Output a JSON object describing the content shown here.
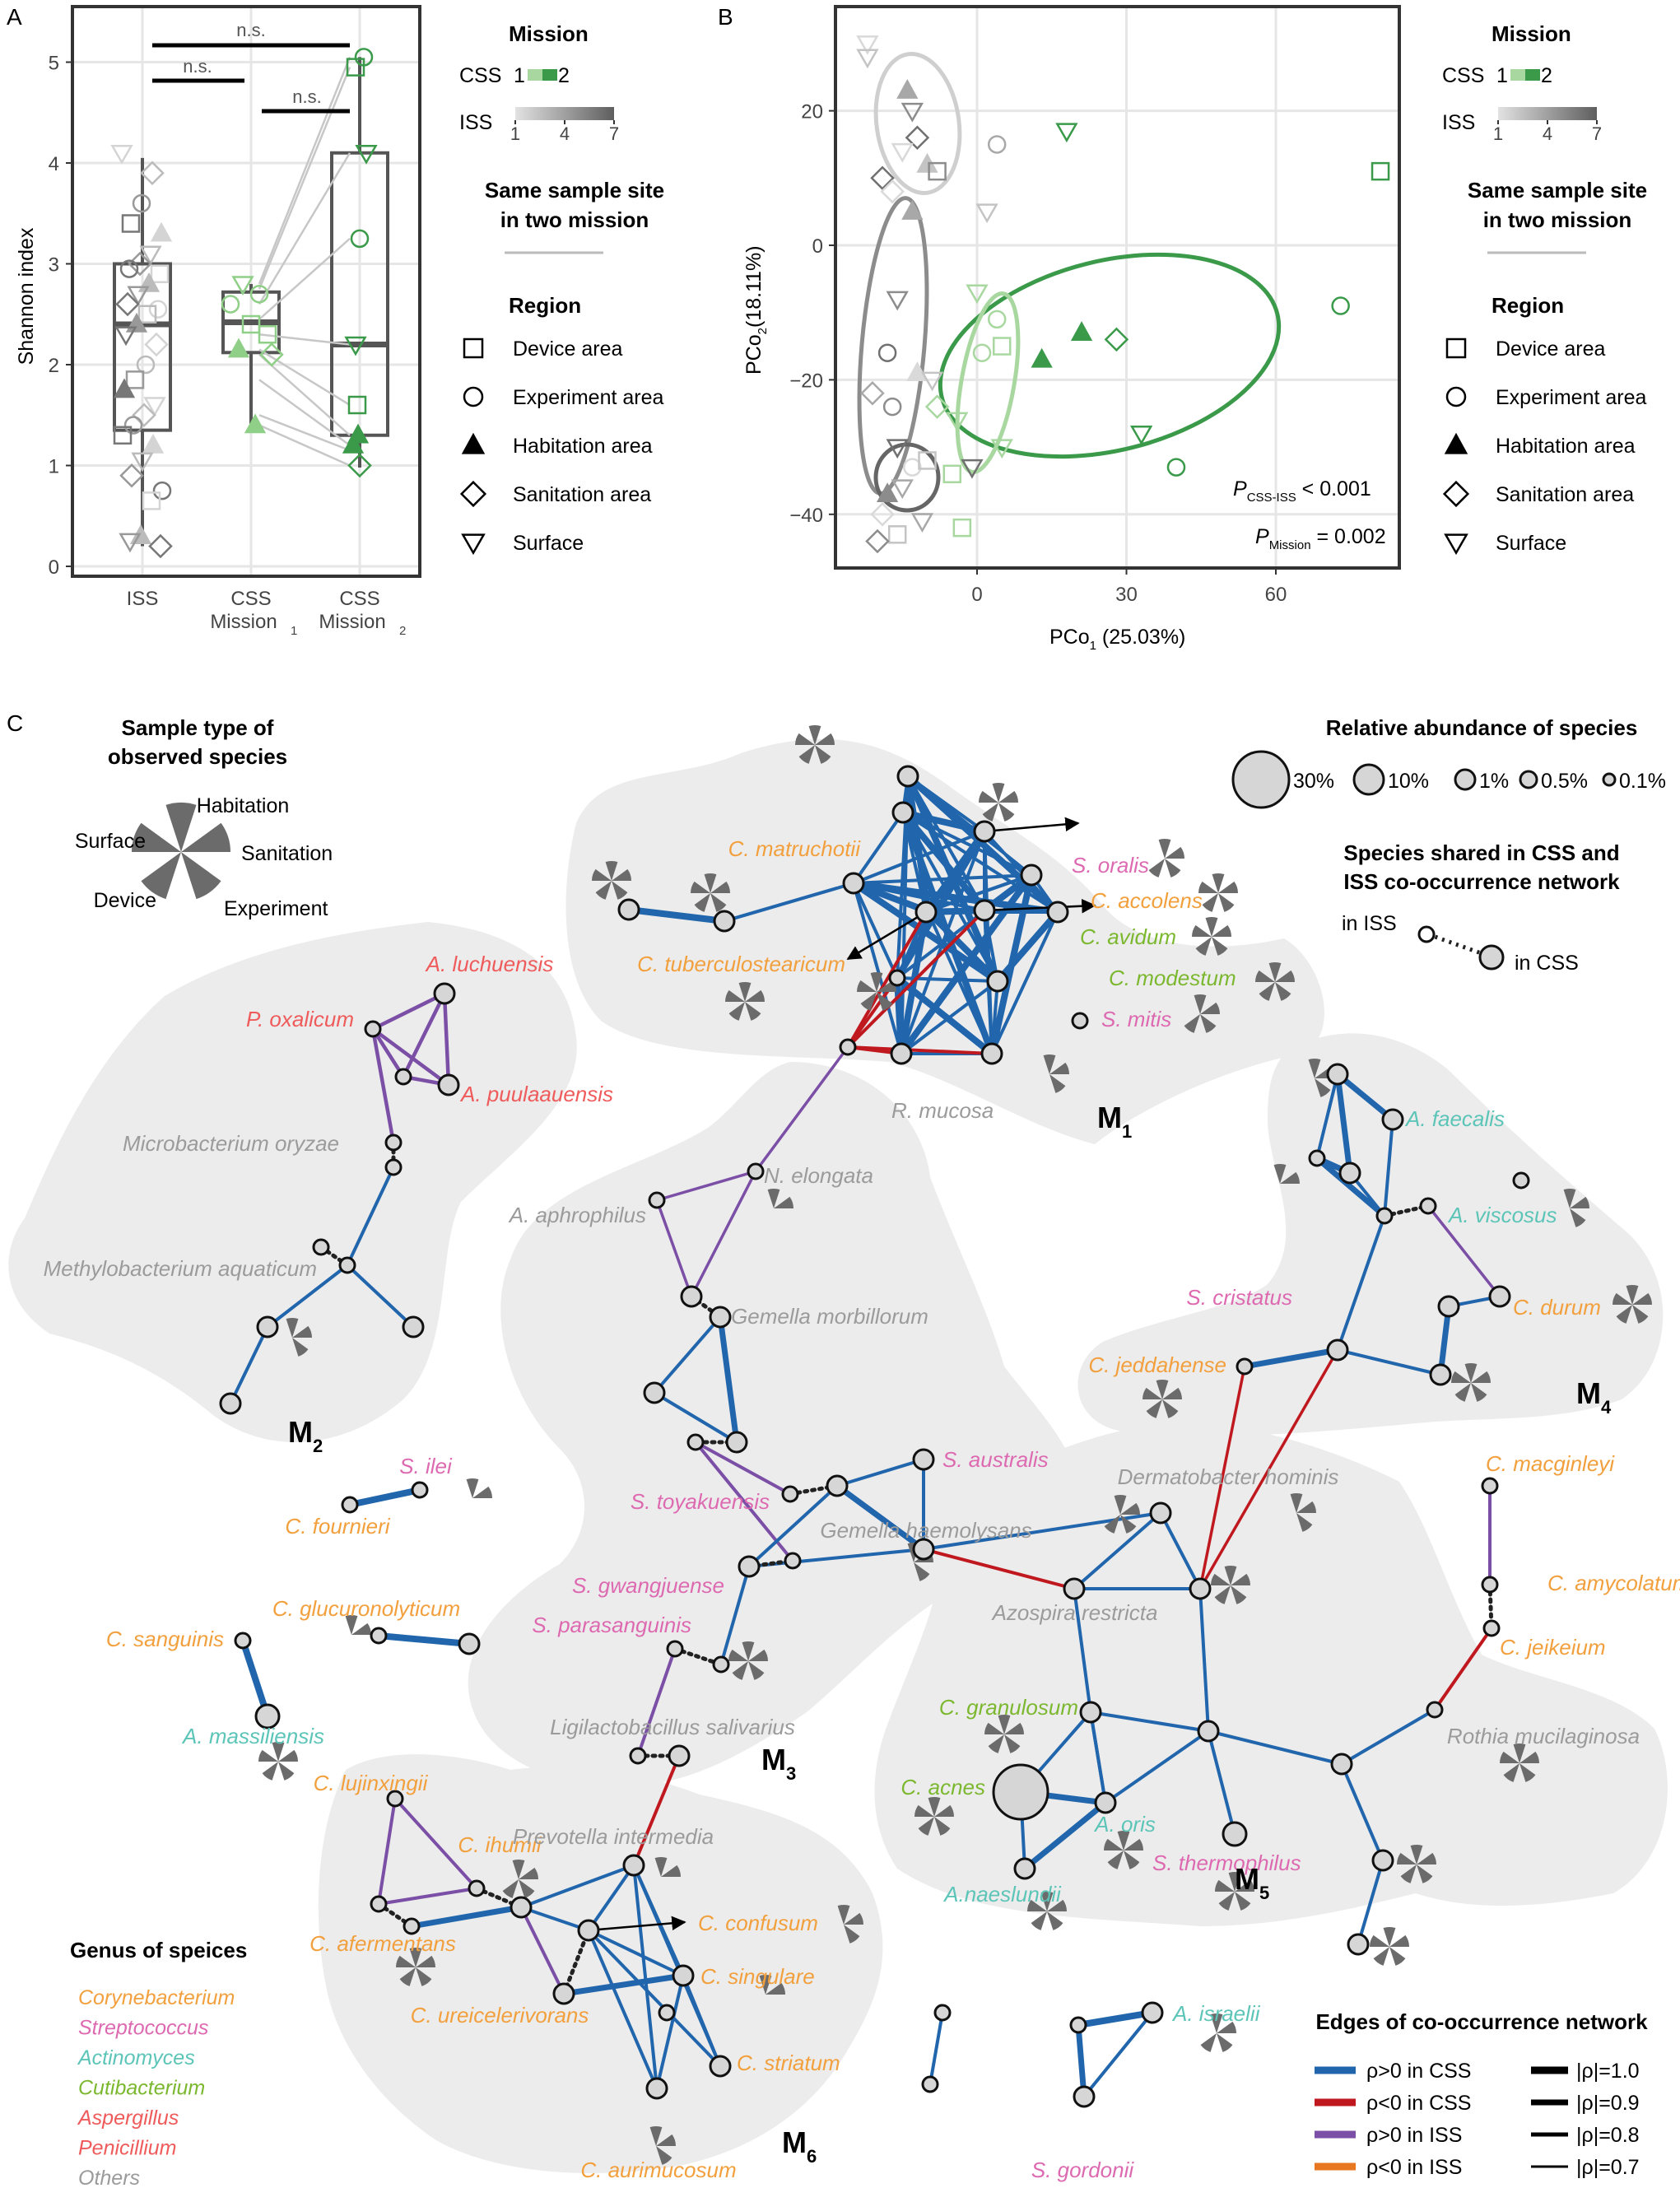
{
  "panels": {
    "a": "A",
    "b": "B",
    "c": "C"
  },
  "colors": {
    "css_edge_pos": "#2166ac",
    "css_edge_neg": "#c0181f",
    "iss_edge_pos": "#7b4fa6",
    "iss_edge_neg": "#e87722",
    "css1": "#a8d8a0",
    "css2": "#3a9a4a",
    "module_bg": "#ececec",
    "genus_corynebacterium": "#f2a03d",
    "genus_streptococcus": "#dd6ab1",
    "genus_actinomyces": "#5cc5b8",
    "genus_cutibacterium": "#7cb82f",
    "genus_aspergillus": "#ef5b5b",
    "genus_penicillium": "#ef5b5b",
    "genus_others": "#9b9b9b"
  },
  "panel_a": {
    "ylabel": "Shannon index",
    "yticks": [
      "0",
      "1",
      "2",
      "3",
      "4",
      "5"
    ],
    "groups": [
      "ISS",
      "CSS",
      "CSS"
    ],
    "group_sub": [
      "Mission",
      "Mission"
    ],
    "subscripts": [
      "1",
      "2"
    ],
    "signif": [
      "n.s.",
      "n.s.",
      "n.s."
    ],
    "chart_data": {
      "type": "box",
      "ylabel": "Shannon index",
      "ylim": [
        0,
        5.3
      ],
      "categories": [
        "ISS",
        "CSS Mission1",
        "CSS Mission2"
      ],
      "boxes": [
        {
          "q1": 1.35,
          "median": 2.4,
          "q3": 3.0,
          "whisker_low": 0.2,
          "whisker_high": 4.05
        },
        {
          "q1": 2.12,
          "median": 2.42,
          "q3": 2.72,
          "whisker_low": 1.38,
          "whisker_high": 2.8
        },
        {
          "q1": 1.3,
          "median": 2.2,
          "q3": 4.1,
          "whisker_low": 0.98,
          "whisker_high": 5.05
        }
      ]
    }
  },
  "legend_top": {
    "mission_title": "Mission",
    "css": "CSS",
    "iss": "ISS",
    "css_nums": [
      "1",
      "2"
    ],
    "iss_nums": [
      "1",
      "4",
      "7"
    ],
    "same_site": [
      "Same sample site",
      "in two mission"
    ],
    "region_title": "Region",
    "regions": [
      "Device area",
      "Experiment area",
      "Habitation area",
      "Sanitation area",
      "Surface"
    ]
  },
  "panel_b": {
    "xticks": [
      "0",
      "30",
      "60"
    ],
    "yticks": [
      "20",
      "0",
      "−20",
      "−40"
    ],
    "xlabel": "PCo",
    "xlabel_sub": "1",
    "xlabel_pct": " (25.03%)",
    "ylabel": "PCo",
    "ylabel_sub": "2",
    "ylabel_pct": "(18.11%)",
    "p1_label": "P",
    "p1_sub": "CSS-ISS",
    "p1_val": " < 0.001",
    "p2_label": "P",
    "p2_sub": "Mission",
    "p2_val": " = 0.002",
    "chart_data": {
      "type": "scatter",
      "xlabel": "PCo1 (25.03%)",
      "ylabel": "PCo2 (18.11%)",
      "xlim": [
        -27,
        83
      ],
      "ylim": [
        -48,
        36
      ],
      "points_css2": [
        {
          "x": 81,
          "y": 11,
          "shape": "square"
        },
        {
          "x": 73,
          "y": -9,
          "shape": "circle"
        },
        {
          "x": 40,
          "y": -33,
          "shape": "circle"
        },
        {
          "x": 33,
          "y": -28,
          "shape": "triangle-down"
        },
        {
          "x": 28,
          "y": -14,
          "shape": "diamond"
        },
        {
          "x": 21,
          "y": -13,
          "shape": "triangle"
        },
        {
          "x": 13,
          "y": -17,
          "shape": "triangle"
        },
        {
          "x": 18,
          "y": 17,
          "shape": "triangle-down"
        }
      ],
      "points_css1": [
        {
          "x": 0,
          "y": -7,
          "shape": "triangle-down"
        },
        {
          "x": 4,
          "y": -11,
          "shape": "circle"
        },
        {
          "x": 5,
          "y": -15,
          "shape": "square"
        },
        {
          "x": 1,
          "y": -16,
          "shape": "circle"
        },
        {
          "x": -4,
          "y": -26,
          "shape": "triangle-down"
        },
        {
          "x": -8,
          "y": -24,
          "shape": "diamond"
        },
        {
          "x": -5,
          "y": -34,
          "shape": "square"
        },
        {
          "x": -3,
          "y": -42,
          "shape": "square"
        },
        {
          "x": 5,
          "y": -30,
          "shape": "triangle-down"
        }
      ],
      "points_iss": [
        {
          "x": -22,
          "y": 30,
          "shape": "triangle-down"
        },
        {
          "x": -22,
          "y": 28,
          "shape": "triangle-down"
        },
        {
          "x": -14,
          "y": 23,
          "shape": "triangle"
        },
        {
          "x": -13,
          "y": 20,
          "shape": "triangle-down"
        },
        {
          "x": -12,
          "y": 16,
          "shape": "diamond"
        },
        {
          "x": -15,
          "y": 14,
          "shape": "triangle-down"
        },
        {
          "x": -10,
          "y": 12,
          "shape": "triangle"
        },
        {
          "x": 4,
          "y": 15,
          "shape": "circle"
        },
        {
          "x": -8,
          "y": 11,
          "shape": "square"
        },
        {
          "x": -19,
          "y": 10,
          "shape": "diamond"
        },
        {
          "x": -17,
          "y": 8,
          "shape": "diamond"
        },
        {
          "x": 2,
          "y": 5,
          "shape": "triangle-down"
        },
        {
          "x": -13,
          "y": 5,
          "shape": "triangle"
        },
        {
          "x": -16,
          "y": -8,
          "shape": "triangle-down"
        },
        {
          "x": -18,
          "y": -16,
          "shape": "circle"
        },
        {
          "x": -12,
          "y": -19,
          "shape": "triangle"
        },
        {
          "x": -9,
          "y": -20,
          "shape": "triangle-down"
        },
        {
          "x": -21,
          "y": -22,
          "shape": "diamond"
        },
        {
          "x": -17,
          "y": -24,
          "shape": "circle"
        },
        {
          "x": -16,
          "y": -30,
          "shape": "triangle-down"
        },
        {
          "x": -13,
          "y": -33,
          "shape": "circle"
        },
        {
          "x": -10,
          "y": -32,
          "shape": "square"
        },
        {
          "x": -15,
          "y": -36,
          "shape": "triangle-down"
        },
        {
          "x": -18,
          "y": -37,
          "shape": "triangle"
        },
        {
          "x": -1,
          "y": -33,
          "shape": "triangle-down"
        },
        {
          "x": -19,
          "y": -40,
          "shape": "diamond"
        },
        {
          "x": -16,
          "y": -43,
          "shape": "square"
        },
        {
          "x": -11,
          "y": -41,
          "shape": "triangle-down"
        },
        {
          "x": -20,
          "y": -44,
          "shape": "diamond"
        }
      ]
    }
  },
  "panel_c": {
    "sample_type_title": [
      "Sample type of",
      "observed species"
    ],
    "sample_types": [
      "Habitation",
      "Surface",
      "Sanitation",
      "Device",
      "Experiment"
    ],
    "abundance_title": "Relative abundance of species",
    "abundance_labels": [
      "30%",
      "10%",
      "1%",
      "0.5%",
      "0.1%"
    ],
    "shared_title": [
      "Species shared in CSS and",
      "ISS co-occurrence network"
    ],
    "shared_iss": "in ISS",
    "shared_css": "in CSS",
    "genus_title": "Genus of speices",
    "genera": [
      "Corynebacterium",
      "Streptococcus",
      "Actinomyces",
      "Cutibacterium",
      "Aspergillus",
      "Penicillium",
      "Others"
    ],
    "edges_title": "Edges of co-occurrence network",
    "edge_types": [
      "ρ>0 in CSS",
      "ρ<0 in CSS",
      "ρ>0 in ISS",
      "ρ<0 in ISS"
    ],
    "edge_widths": [
      "|ρ|=1.0",
      "|ρ|=0.9",
      "|ρ|=0.8",
      "|ρ|=0.7"
    ],
    "modules": [
      "M",
      "M",
      "M",
      "M",
      "M",
      "M"
    ],
    "module_subs": [
      "1",
      "2",
      "3",
      "4",
      "5",
      "6"
    ],
    "species": {
      "c_matruchotii": "C. matruchotii",
      "s_oralis": "S. oralis",
      "c_accolens": "C. accolens",
      "c_avidum": "C. avidum",
      "c_modestum": "C. modestum",
      "s_mitis": "S. mitis",
      "c_tuberculostearicum": "C. tuberculostearicum",
      "r_mucosa": "R. mucosa",
      "a_luchuensis": "A. luchuensis",
      "p_oxalicum": "P. oxalicum",
      "a_puulaauensis": "A. puulaauensis",
      "m_oryzae": "Microbacterium oryzae",
      "m_aquaticum": "Methylobacterium aquaticum",
      "n_elongata": "N. elongata",
      "a_aphrophilus": "A. aphrophilus",
      "g_morbillorum": "Gemella morbillorum",
      "s_australis": "S. australis",
      "s_toyakuensis": "S. toyakuensis",
      "g_haemolysans": "Gemella haemolysans",
      "s_gwangjuense": "S. gwangjuense",
      "s_parasanguinis": "S. parasanguinis",
      "l_salivarius": "Ligilactobacillus salivarius",
      "a_faecalis": "A. faecalis",
      "a_viscosus": "A. viscosus",
      "s_cristatus": "S. cristatus",
      "c_durum": "C. durum",
      "c_jeddahense": "C. jeddahense",
      "d_hominis": "Dermatobacter hominis",
      "a_restricta": "Azospira restricta",
      "c_macginleyi": "C. macginleyi",
      "c_amycolatum": "C. amycolatum",
      "c_jeikeium": "C. jeikeium",
      "c_granulosum": "C. granulosum",
      "r_mucilaginosa": "Rothia mucilaginosa",
      "c_acnes": "C. acnes",
      "a_oris": "A. oris",
      "s_thermophilus": "S. thermophilus",
      "a_naeslundii": "A.naeslundii",
      "s_ilei": "S. ilei",
      "c_fournieri": "C. fournieri",
      "c_glucuronolyticum": "C. glucuronolyticum",
      "c_sanguinis": "C. sanguinis",
      "a_massiliensis": "A. massiliensis",
      "c_lujinxingii": "C. lujinxingii",
      "c_ihumii": "C. ihumii",
      "p_intermedia": "Prevotella intermedia",
      "c_afermentans": "C. afermentans",
      "c_confusum": "C. confusum",
      "c_singulare": "C. singulare",
      "c_ureicelerivorans": "C. ureicelerivorans",
      "c_striatum": "C. striatum",
      "c_aurimucosum": "C. aurimucosum",
      "a_israelii": "A. israelii",
      "s_gordonii": "S. gordonii"
    }
  }
}
